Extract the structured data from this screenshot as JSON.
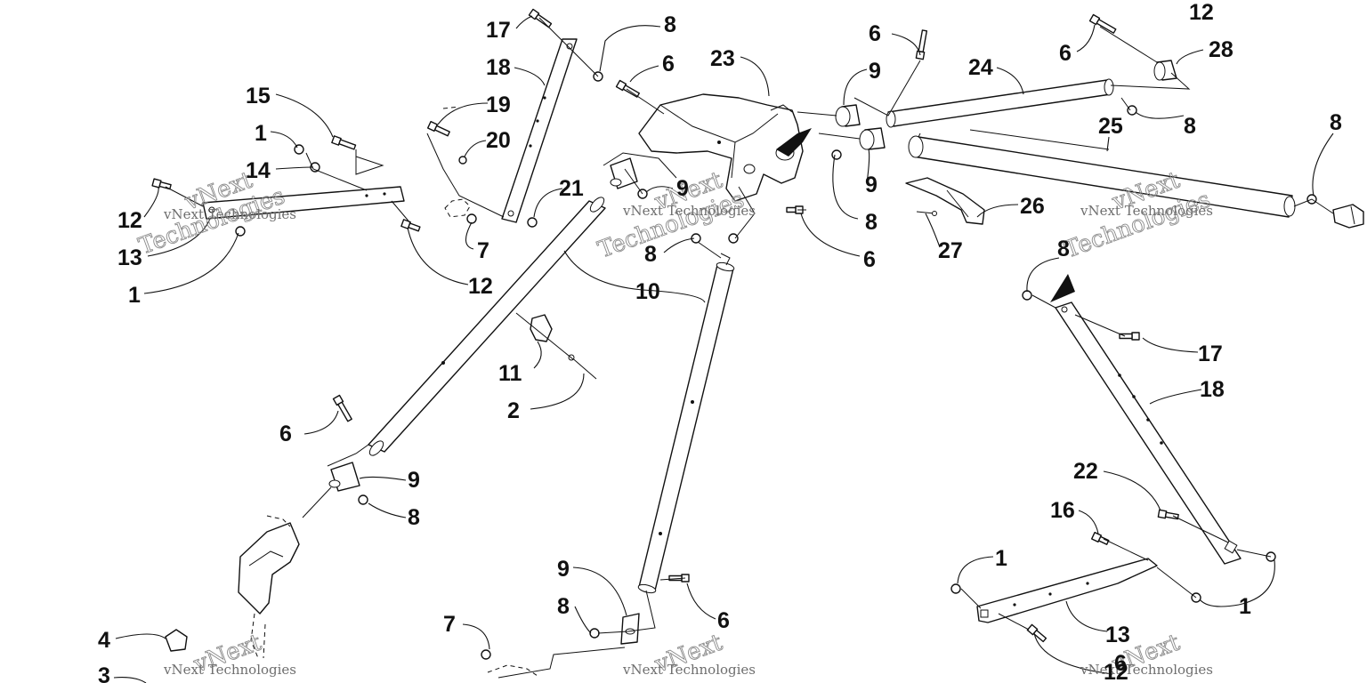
{
  "watermark": {
    "company": "vNext Technologies",
    "big_top": "vNext",
    "big_bottom": "Technologies"
  },
  "callouts": [
    "1",
    "1",
    "1",
    "1",
    "2",
    "3",
    "4",
    "6",
    "6",
    "6",
    "6",
    "6",
    "6",
    "6",
    "7",
    "7",
    "8",
    "8",
    "8",
    "8",
    "8",
    "8",
    "8",
    "8",
    "9",
    "9",
    "9",
    "9",
    "9",
    "10",
    "11",
    "12",
    "12",
    "12",
    "12",
    "13",
    "13",
    "14",
    "15",
    "16",
    "17",
    "17",
    "18",
    "18",
    "19",
    "20",
    "21",
    "22",
    "23",
    "24",
    "25",
    "26",
    "27",
    "28"
  ]
}
